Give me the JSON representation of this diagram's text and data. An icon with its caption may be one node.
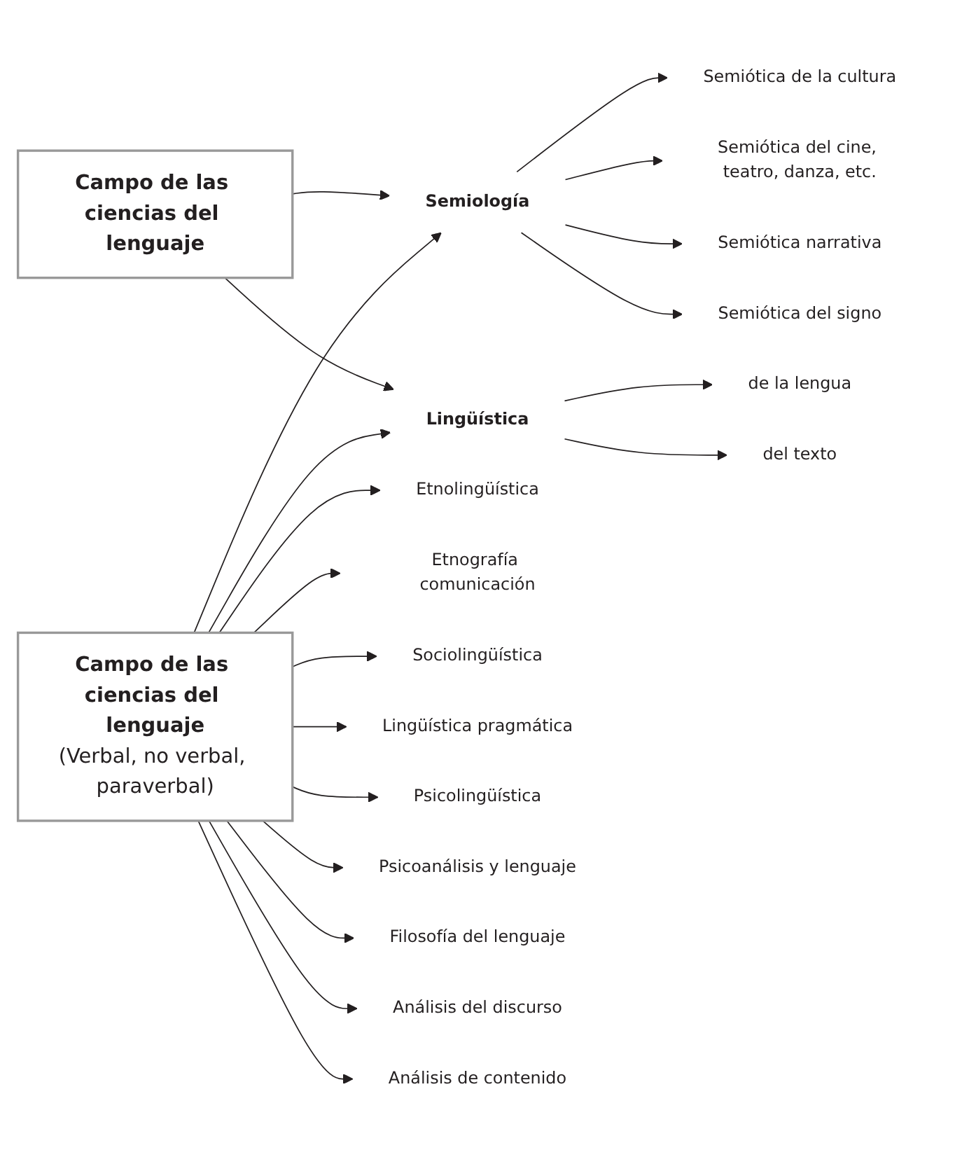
{
  "diagram": {
    "nodes": [
      {
        "text": [
          "Campo de las ciencias del lenguaje"
        ]
      },
      {
        "text": [
          "Semiótica de la cultura"
        ]
      },
      {
        "text": [
          "Semiótica del cine, teatro, danza, etc."
        ]
      },
      {
        "text": [
          "Semiología"
        ]
      },
      {
        "text": [
          "Lingüística"
        ]
      },
      {
        "text": [
          "de la lengua"
        ]
      },
      {
        "text": [
          "del texto"
        ]
      },
      {
        "text": [
          "Semiótica narrativa"
        ]
      },
      {
        "text": [
          "Semiótica del signo"
        ]
      },
      {
        "text": [
          "Campo de las ciencias del lenguaje",
          "(Verbal, no verbal, paraverbal)"
        ]
      },
      {
        "text": [
          "Etnolingüística"
        ]
      },
      {
        "text": [
          "Etnografía comunicación"
        ]
      },
      {
        "text": [
          "Sociolingüística"
        ]
      },
      {
        "text": [
          "Lingüística pragmática"
        ]
      },
      {
        "text": [
          "Psicolingüística"
        ]
      },
      {
        "text": [
          "Psicoanálisis y lenguaje"
        ]
      },
      {
        "text": [
          "Filosofía del lenguaje"
        ]
      },
      {
        "text": [
          "Análisis del discurso"
        ]
      },
      {
        "text": [
          "Análisis de contenido"
        ]
      }
    ],
    "edges": [
      {
        "from": 0,
        "to": 3,
        "arrow": "to"
      },
      {
        "from": 0,
        "to": 4,
        "arrow": "to"
      },
      {
        "from": 3,
        "to": 1,
        "arrow": "to"
      },
      {
        "from": 3,
        "to": 2,
        "arrow": "to"
      },
      {
        "from": 3,
        "to": 7,
        "arrow": "to"
      },
      {
        "from": 3,
        "to": 8,
        "arrow": "to"
      },
      {
        "from": 4,
        "to": 5,
        "arrow": "to"
      },
      {
        "from": 4,
        "to": 6,
        "arrow": "to"
      },
      {
        "from": 9,
        "to": 3,
        "arrow": "to"
      },
      {
        "from": 9,
        "to": 4,
        "arrow": "to"
      },
      {
        "from": 9,
        "to": 10,
        "arrow": "to"
      },
      {
        "from": 9,
        "to": 12,
        "arrow": "to"
      },
      {
        "from": 9,
        "to": 14,
        "arrow": "to"
      },
      {
        "from": 9,
        "to": 16,
        "arrow": "to"
      },
      {
        "from": 9,
        "to": 11,
        "arrow": "to"
      },
      {
        "from": 9,
        "to": 13,
        "arrow": "to"
      },
      {
        "from": 9,
        "to": 15,
        "arrow": "to"
      },
      {
        "from": 9,
        "to": 17,
        "arrow": "to"
      },
      {
        "from": 9,
        "to": 18,
        "arrow": "to"
      }
    ]
  }
}
